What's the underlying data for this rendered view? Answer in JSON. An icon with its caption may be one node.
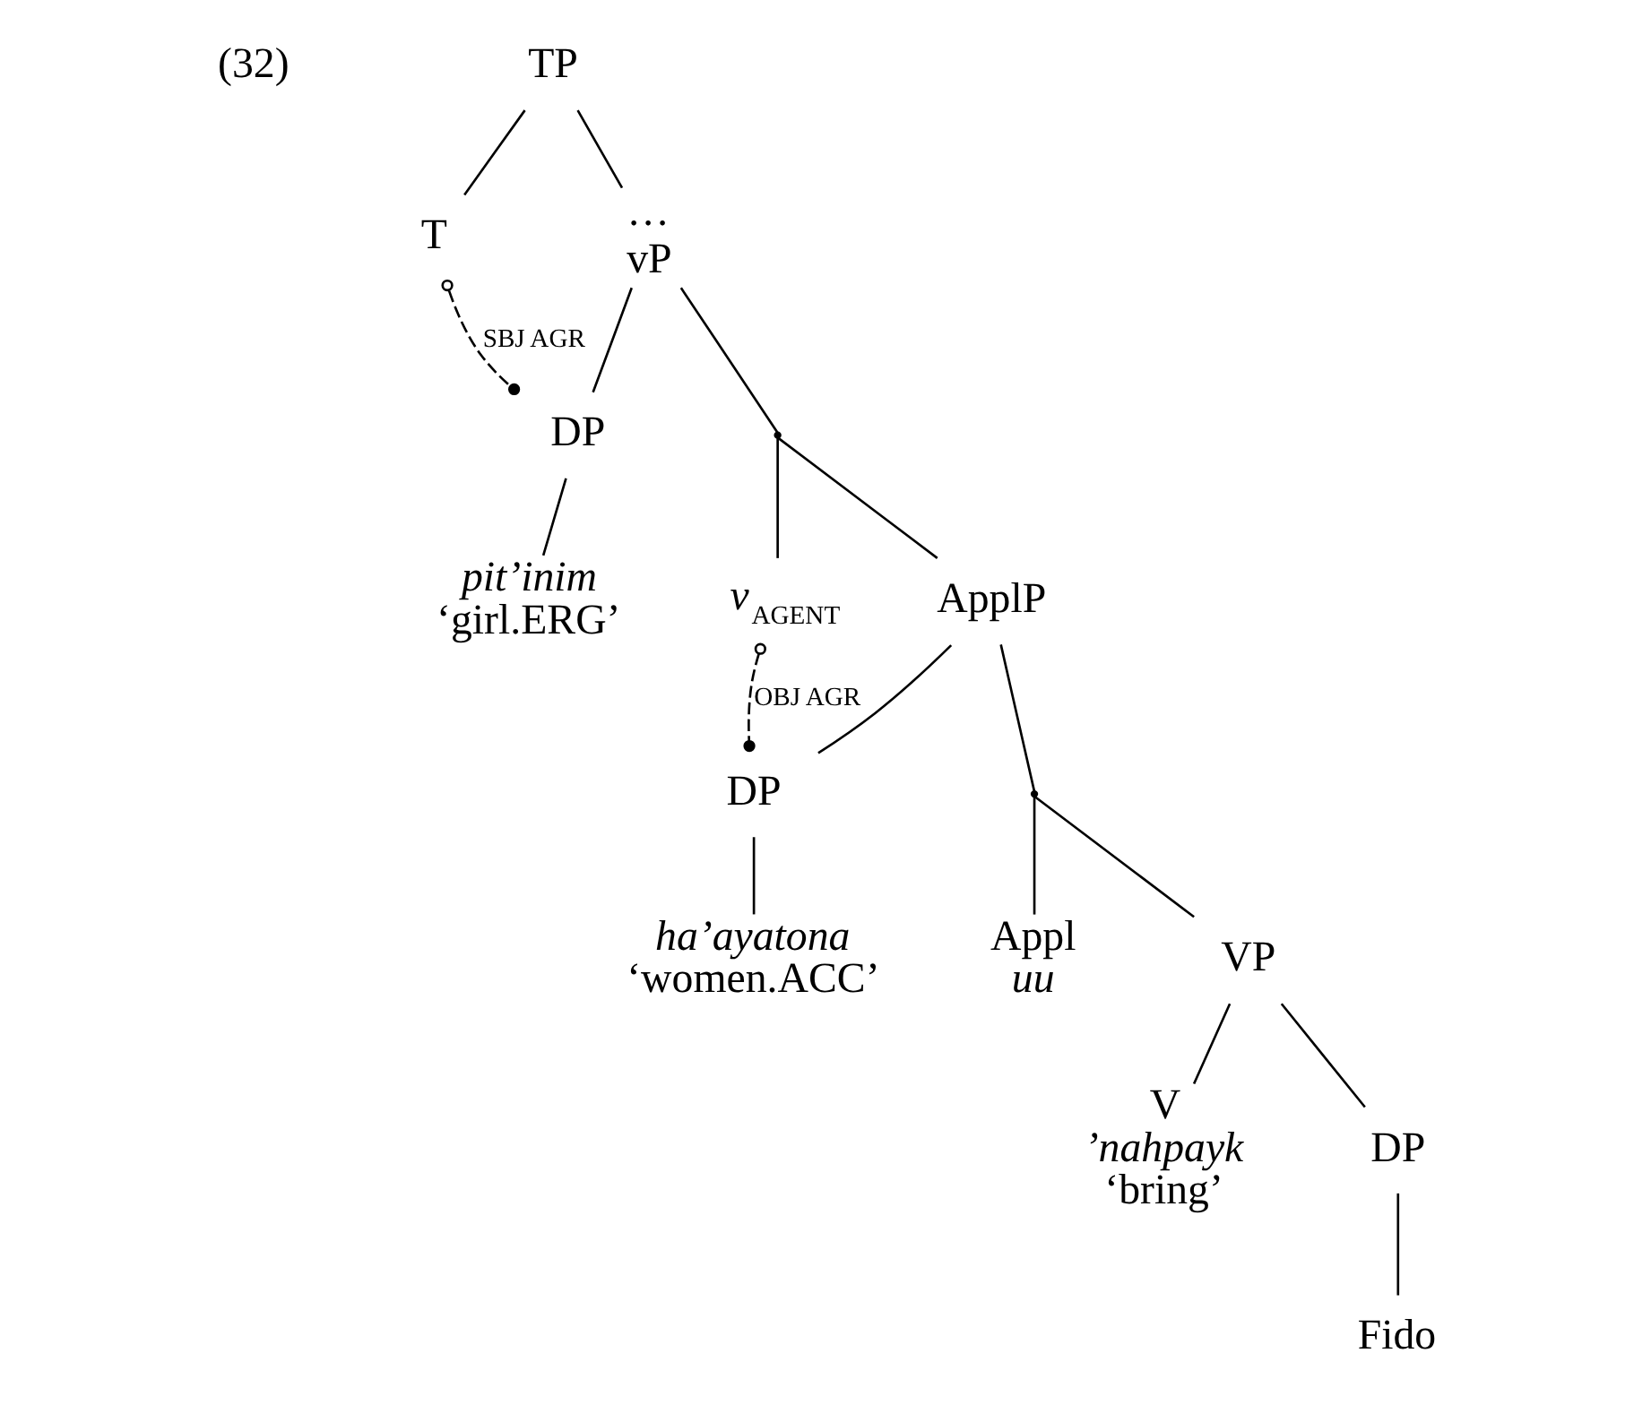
{
  "diagram": {
    "nodes": [
      {
        "text": [
          "TP"
        ]
      },
      {
        "text": [
          "T"
        ]
      },
      {
        "text": [
          "…",
          "vP"
        ]
      },
      {
        "text": [
          "DP"
        ]
      },
      {
        "text": [
          "*pit’inim*",
          "‘girl.ERG’"
        ]
      },
      {
        "text": [],
        "shape": "point"
      },
      {
        "text": [
          "*v*$_{AGENT}$"
        ]
      },
      {
        "text": [
          "ApplP"
        ]
      },
      {
        "text": [
          "DP"
        ]
      },
      {
        "text": [
          "*ha’ayatona*",
          "‘women.ACC’"
        ]
      },
      {
        "text": [],
        "shape": "point"
      },
      {
        "text": [
          "Appl",
          "*uu*"
        ]
      },
      {
        "text": [
          "VP"
        ]
      },
      {
        "text": [
          "V",
          "*’nahpayk*",
          "‘bring’"
        ]
      },
      {
        "text": [
          "DP"
        ]
      },
      {
        "text": [
          "Fido"
        ]
      }
    ],
    "edges": [
      {
        "from": 0,
        "to": 1,
        "arrow": "none"
      },
      {
        "from": 0,
        "to": 2,
        "arrow": "none"
      },
      {
        "from": 2,
        "to": 3,
        "arrow": "none"
      },
      {
        "from": 2,
        "to": 5,
        "arrow": "none"
      },
      {
        "from": 3,
        "to": 4,
        "arrow": "none"
      },
      {
        "from": 5,
        "to": 6,
        "arrow": "none"
      },
      {
        "from": 5,
        "to": 7,
        "arrow": "none"
      },
      {
        "from": 7,
        "to": 8,
        "arrow": "none"
      },
      {
        "from": 7,
        "to": 10,
        "arrow": "none"
      },
      {
        "from": 8,
        "to": 9,
        "arrow": "none"
      },
      {
        "from": 10,
        "to": 11,
        "arrow": "none"
      },
      {
        "from": 10,
        "to": 12,
        "arrow": "none"
      },
      {
        "from": 12,
        "to": 13,
        "arrow": "none"
      },
      {
        "from": 12,
        "to": 14,
        "arrow": "none"
      },
      {
        "from": 14,
        "to": 15,
        "arrow": "none"
      },
      {
        "from": 1,
        "to": 3,
        "arrow": "other",
        "style": "dashed",
        "label": "SBJ AGR"
      },
      {
        "from": 6,
        "to": 8,
        "arrow": "other",
        "style": "dashed",
        "label": "OBJ AGR"
      }
    ],
    "labels": [
      "(32)"
    ]
  }
}
